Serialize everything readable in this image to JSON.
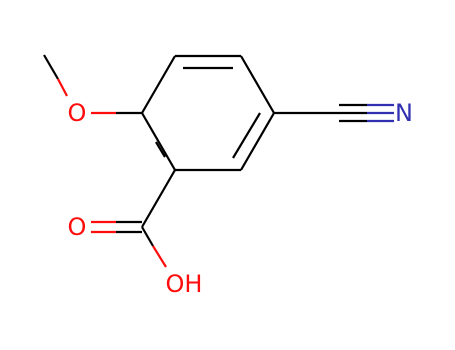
{
  "molecule": {
    "atoms": {
      "methoxy_oxygen": "O",
      "nitrile_nitrogen": "N",
      "carbonyl_oxygen": "O",
      "hydroxyl": "OH"
    },
    "colors": {
      "carbon_bond": "#000000",
      "oxygen": "#ff0d0d",
      "nitrogen": "#3030b0"
    }
  }
}
